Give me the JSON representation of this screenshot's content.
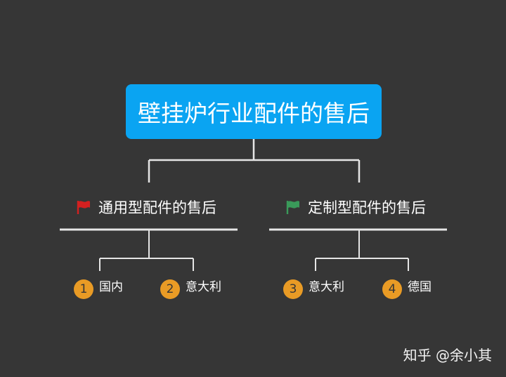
{
  "root": {
    "title": "壁挂炉行业配件的售后"
  },
  "branches": [
    {
      "label": "通用型配件的售后",
      "flag_color": "#d42020",
      "leaves": [
        {
          "number": "1",
          "label": "国内"
        },
        {
          "number": "2",
          "label": "意大利"
        }
      ]
    },
    {
      "label": "定制型配件的售后",
      "flag_color": "#3a9a5a",
      "leaves": [
        {
          "number": "3",
          "label": "意大利"
        },
        {
          "number": "4",
          "label": "德国"
        }
      ]
    }
  ],
  "colors": {
    "background": "#363636",
    "root_fill": "#0aa4f2",
    "connector": "#e6e6e6",
    "number_badge": "#e99b25"
  },
  "watermark": "知乎 @余小其"
}
